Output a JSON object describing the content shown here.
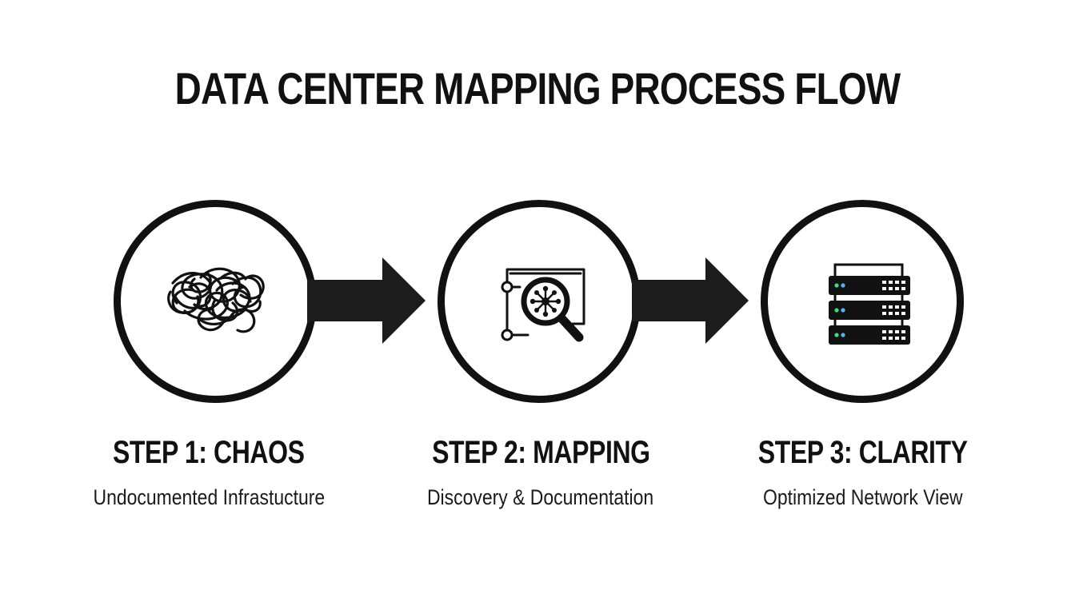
{
  "title": "DATA CENTER MAPPING PROCESS FLOW",
  "steps": [
    {
      "title": "STEP 1: CHAOS",
      "subtitle": "Undocumented Infrastucture",
      "icon": "tangled-cables-icon"
    },
    {
      "title": "STEP 2: MAPPING",
      "subtitle": "Discovery & Documentation",
      "icon": "magnifier-network-icon"
    },
    {
      "title": "STEP 3: CLARITY",
      "subtitle": "Optimized Network View",
      "icon": "server-rack-icon"
    }
  ],
  "colors": {
    "stroke": "#111111",
    "led_green": "#3ddc84",
    "led_blue": "#4fb3ff",
    "background": "#ffffff"
  }
}
